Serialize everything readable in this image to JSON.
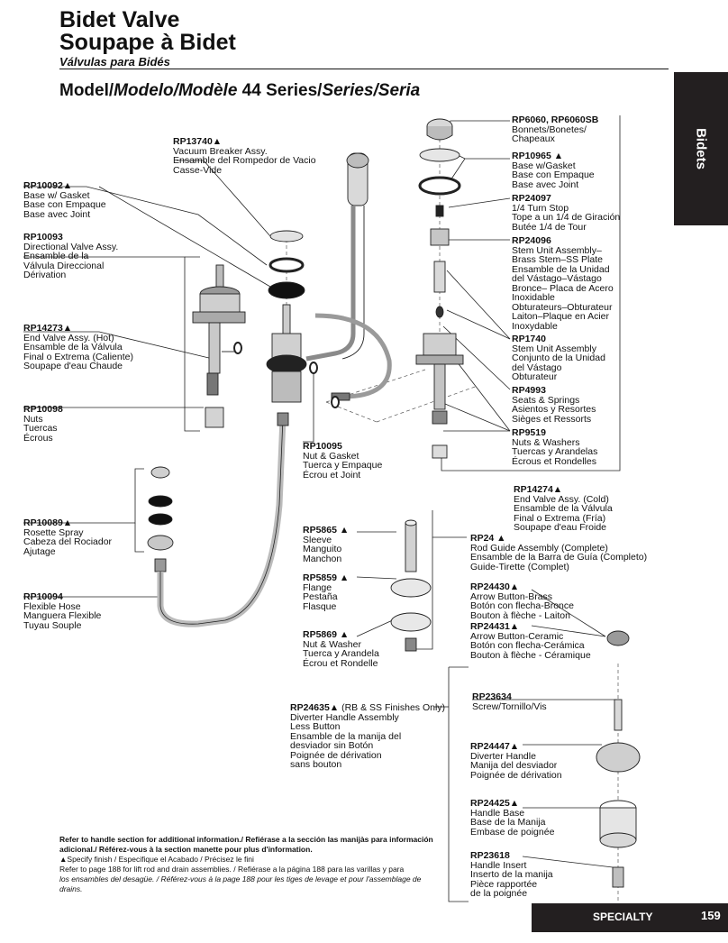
{
  "header": {
    "title_line1": "Bidet Valve",
    "title_line2": "Soupape à Bidet",
    "subtitle": "Válvulas para Bidés",
    "model_prefix": "Model/",
    "model_es": "Modelo/",
    "model_fr": "Modèle",
    "model_num": " 44 Series/",
    "series_es": "Series/",
    "series_fr": "Seria"
  },
  "tab": {
    "label": "Bidets"
  },
  "footer": {
    "section": "SPECIALTY",
    "page": "159"
  },
  "parts": [
    {
      "id": "rp13740",
      "pn": "RP13740▲",
      "lines": [
        "Vacuum Breaker Assy.",
        "Ensamble del Rompedor de Vacio",
        "Casse-Vide"
      ]
    },
    {
      "id": "rp10092",
      "pn": "RP10092▲",
      "lines": [
        "Base w/ Gasket",
        "Base con Empaque",
        "Base avec Joint"
      ]
    },
    {
      "id": "rp10093",
      "pn": "RP10093",
      "lines": [
        "Directional Valve Assy.",
        "Ensamble de la",
        "Válvula Direccional",
        "Dérivation"
      ]
    },
    {
      "id": "rp14273",
      "pn": "RP14273▲",
      "lines": [
        "End Valve Assy. (Hot)",
        "Ensamble de la Válvula",
        "Final o Extrema (Caliente)",
        "Soupape d'eau Chaude"
      ]
    },
    {
      "id": "rp10098",
      "pn": "RP10098",
      "lines": [
        "Nuts",
        "Tuercas",
        "Écrous"
      ]
    },
    {
      "id": "rp10095",
      "pn": "RP10095",
      "lines": [
        "Nut & Gasket",
        "Tuerca y Empaque",
        "Écrou et Joint"
      ]
    },
    {
      "id": "rp10089",
      "pn": "RP10089▲",
      "lines": [
        "Rosette Spray",
        "Cabeza del Rociador",
        "Ajutage"
      ]
    },
    {
      "id": "rp10094",
      "pn": "RP10094",
      "lines": [
        "Flexible Hose",
        "Manguera Flexible",
        "Tuyau Souple"
      ]
    },
    {
      "id": "rp6060",
      "pn": "RP6060, RP6060SB",
      "lines": [
        "Bonnets/Bonetes/",
        "Chapeaux"
      ]
    },
    {
      "id": "rp10965",
      "pn": "RP10965 ▲",
      "lines": [
        "Base w/Gasket",
        "Base con Empaque",
        "Base avec Joint"
      ]
    },
    {
      "id": "rp24097",
      "pn": "RP24097",
      "lines": [
        "1/4 Turn Stop",
        "Tope a un 1/4 de Giración",
        "Butée 1/4 de Tour"
      ]
    },
    {
      "id": "rp24096",
      "pn": "RP24096",
      "lines": [
        "Stem Unit Assembly–",
        "Brass Stem–SS Plate",
        "Ensamble de la Unidad",
        "del Vástago–Vástago",
        "Bronce– Placa de Acero",
        "Inoxidable",
        "Obturateurs–Obturateur",
        "Laiton–Plaque en Acier",
        "Inoxydable"
      ]
    },
    {
      "id": "rp1740",
      "pn": "RP1740",
      "lines": [
        "Stem Unit Assembly",
        "Conjunto de la Unidad",
        "del Vástago",
        "Obturateur"
      ]
    },
    {
      "id": "rp4993",
      "pn": "RP4993",
      "lines": [
        "Seats & Springs",
        "Asientos y Resortes",
        "Sièges et Ressorts"
      ]
    },
    {
      "id": "rp9519",
      "pn": "RP9519",
      "lines": [
        "Nuts & Washers",
        "Tuercas y Arandelas",
        "Écrous et Rondelles"
      ]
    },
    {
      "id": "rp14274",
      "pn": "RP14274▲",
      "lines": [
        "End Valve Assy. (Cold)",
        "Ensamble de la Válvula",
        "Final o Extrema (Fría)",
        "Soupape d'eau Froide"
      ]
    },
    {
      "id": "rp5865",
      "pn": "RP5865 ▲",
      "lines": [
        "Sleeve",
        "Manguito",
        "Manchon"
      ]
    },
    {
      "id": "rp5859",
      "pn": "RP5859 ▲",
      "lines": [
        "Flange",
        "Pestaña",
        "Flasque"
      ]
    },
    {
      "id": "rp5869",
      "pn": "RP5869 ▲",
      "lines": [
        "Nut & Washer",
        "Tuerca y Arandela",
        "Écrou et Rondelle"
      ]
    },
    {
      "id": "rp24",
      "pn": "RP24 ▲",
      "lines": [
        "Rod Guide Assembly (Complete)",
        "Ensamble de la Barra de Guía (Completo)",
        "Guide-Tirette (Complet)"
      ]
    },
    {
      "id": "rp24430",
      "pn": "RP24430▲",
      "lines": [
        "Arrow Button-Brass",
        "Botón con flecha-Bronce",
        "Bouton à flèche - Laiton"
      ]
    },
    {
      "id": "rp24431",
      "pn": "RP24431▲",
      "lines": [
        "Arrow Button-Ceramic",
        "Botón con flecha-Cerámica",
        "Bouton à flèche - Céramique"
      ]
    },
    {
      "id": "rp24635",
      "pn": "RP24635▲",
      "pn_extra": " (RB & SS Finishes Only)",
      "lines": [
        "Diverter Handle Assembly",
        "Less Button",
        "Ensamble de la manija del",
        "desviador sin Botón",
        "Poignée de dérivation",
        "sans bouton"
      ]
    },
    {
      "id": "rp23634",
      "pn": "RP23634",
      "lines": [
        "Screw/Tornillo/Vis"
      ]
    },
    {
      "id": "rp24447",
      "pn": "RP24447▲",
      "lines": [
        "Diverter Handle",
        "Manija del desviador",
        "Poignée de dérivation"
      ]
    },
    {
      "id": "rp24425",
      "pn": "RP24425▲",
      "lines": [
        "Handle Base",
        "Base de la Manija",
        "Embase de poignée"
      ]
    },
    {
      "id": "rp23618",
      "pn": "RP23618",
      "lines": [
        "Handle Insert",
        "Inserto de la manija",
        "Pièce rapportée",
        "de la poignée"
      ]
    }
  ],
  "notes": {
    "line1": "Refer to handle section for additional information./ Refiérase a la sección las manijàs para información",
    "line2": "adicional./ Référez-vous à la section manette pour plus d'information.",
    "line3": "▲Specify finish / Especifique el Acabado / Précisez le fini",
    "line4": "Refer to page 188 for lift rod and drain assemblies. / Refiérase a la página 188 para las varillas y para",
    "line5": "los ensambles del desagüe. / Référez-vous à la page 188 pour les tiges de levage et pour l'assemblage de drains."
  }
}
